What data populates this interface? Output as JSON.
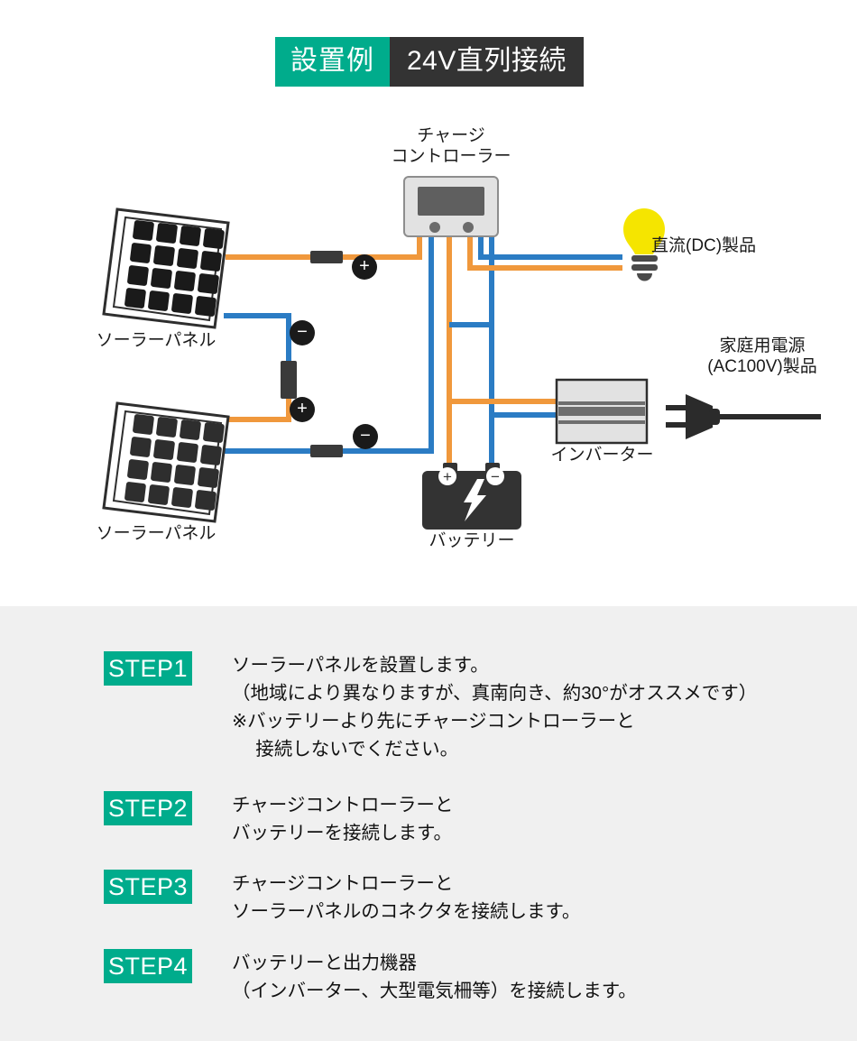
{
  "header": {
    "badge_left": "設置例",
    "badge_right": "24V直列接続",
    "color_teal": "#00ac8c",
    "color_dark": "#333333"
  },
  "diagram": {
    "labels": {
      "charge_controller": "チャージ\nコントローラー",
      "solar_panel_top": "ソーラーパネル",
      "solar_panel_bottom": "ソーラーパネル",
      "battery": "バッテリー",
      "inverter": "インバーター",
      "dc_product": "直流(DC)製品",
      "ac_product": "家庭用電源\n(AC100V)製品"
    },
    "markers": {
      "plus": "+",
      "minus": "−"
    },
    "colors": {
      "wire_positive": "#f0983c",
      "wire_negative": "#2b7cc4",
      "connector": "#3a3a3a",
      "panel_cell": "#2e2e2e",
      "device_body": "#e2e2e2",
      "screen": "#5f5f5f",
      "battery_body": "#333333",
      "bulb": "#f5e500",
      "plug": "#333333"
    }
  },
  "steps": [
    {
      "badge": "STEP1",
      "text": "ソーラーパネルを設置します。\n（地域により異なりますが、真南向き、約30°がオススメです）\n※バッテリーより先にチャージコントローラーと\n　 接続しないでください。"
    },
    {
      "badge": "STEP2",
      "text": "チャージコントローラーと\nバッテリーを接続します。"
    },
    {
      "badge": "STEP3",
      "text": "チャージコントローラーと\nソーラーパネルのコネクタを接続します。"
    },
    {
      "badge": "STEP4",
      "text": "バッテリーと出力機器\n（インバーター、大型電気柵等）を接続します。"
    }
  ]
}
